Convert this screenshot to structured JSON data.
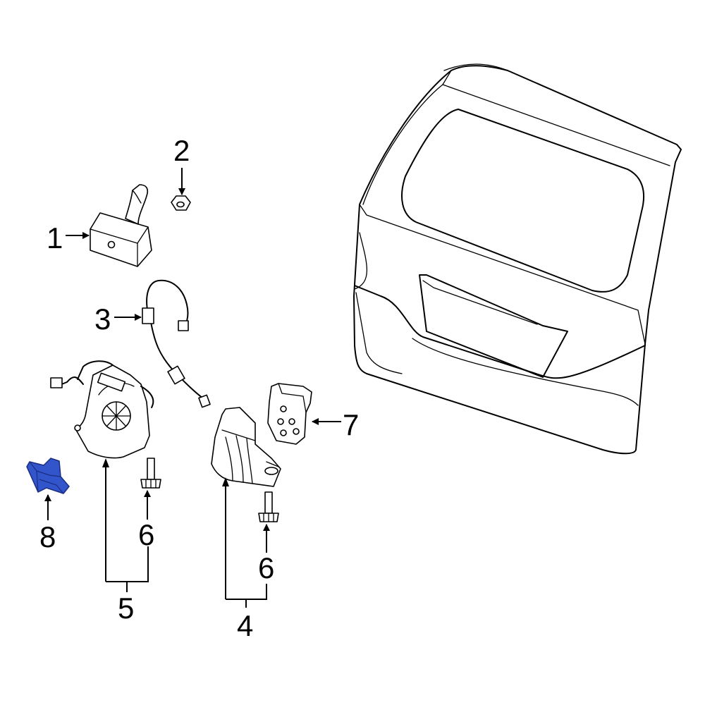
{
  "highlight_color": "#3355cc",
  "callouts": [
    {
      "id": "1",
      "label": "1"
    },
    {
      "id": "2",
      "label": "2"
    },
    {
      "id": "3",
      "label": "3"
    },
    {
      "id": "4",
      "label": "4"
    },
    {
      "id": "5",
      "label": "5"
    },
    {
      "id": "6a",
      "label": "6"
    },
    {
      "id": "6b",
      "label": "6"
    },
    {
      "id": "7",
      "label": "7"
    },
    {
      "id": "8",
      "label": "8"
    }
  ],
  "highlighted_part": "8"
}
